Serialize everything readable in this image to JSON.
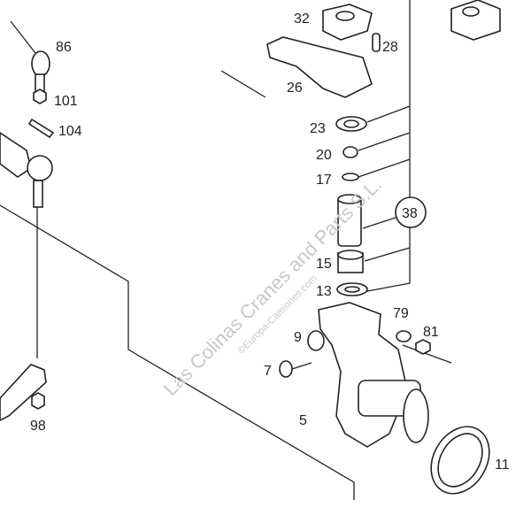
{
  "labels": {
    "p32": "32",
    "p28": "28",
    "p26": "26",
    "p23": "23",
    "p20": "20",
    "p17": "17",
    "p38": "38",
    "p15": "15",
    "p13": "13",
    "p79": "79",
    "p81": "81",
    "p9": "9",
    "p7": "7",
    "p5": "5",
    "p11": "11",
    "p86": "86",
    "p101": "101",
    "p104": "104",
    "p98": "98"
  },
  "watermark": {
    "main": "Las Colinas Cranes and Parts S.L.",
    "sub": "©Europa-Camiones.com"
  }
}
